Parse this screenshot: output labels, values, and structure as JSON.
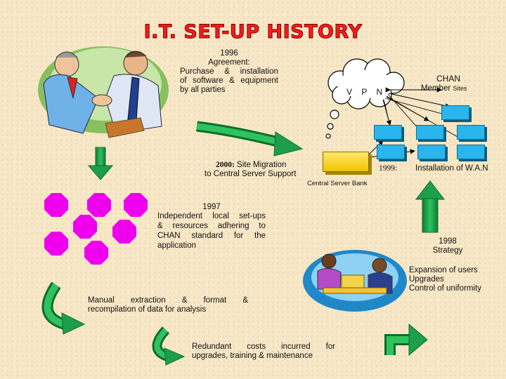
{
  "title": "I.T. SET-UP HISTORY",
  "y1996": {
    "year": "1996",
    "lines": [
      "Agreement:",
      "Purchase & installation",
      "of software & equipment",
      "by all parties"
    ]
  },
  "vpn": {
    "label": "V P N"
  },
  "chan": {
    "title": "CHAN",
    "subtitle": "Member",
    "subtitle_small": "Sites"
  },
  "y2000": {
    "year": "2000:",
    "text": "Site Migration",
    "line2": "to Central Server Support"
  },
  "server": {
    "label": "Central Server Bank"
  },
  "y1999": {
    "year": "1999:",
    "text": "Installation of W.A.N"
  },
  "y1997": {
    "year": "1997",
    "lines": [
      "Independent local set-ups",
      "& resources adhering to",
      "CHAN standard for the",
      "application"
    ]
  },
  "y1998": {
    "year": "1998",
    "label": "Strategy",
    "items": [
      "Expansion of users",
      "Upgrades",
      "Control of uniformity"
    ]
  },
  "manual": {
    "lines": [
      "Manual extraction & format &",
      "recompilation of data for analysis"
    ]
  },
  "redundant": {
    "lines": [
      "Redundant costs incurred for",
      "upgrades, training & maintenance"
    ]
  },
  "colors": {
    "title": "#ff1a1a",
    "octagon": "#ee00ee",
    "arrow": "#1e9e4a",
    "box": "#2ab5ec",
    "server": "#f3c400"
  },
  "icons": [
    "handshake-clipart",
    "meeting-clipart",
    "cloud-icon",
    "server-icon",
    "computer-box-icon",
    "octagon-icon",
    "arrow-icon"
  ]
}
